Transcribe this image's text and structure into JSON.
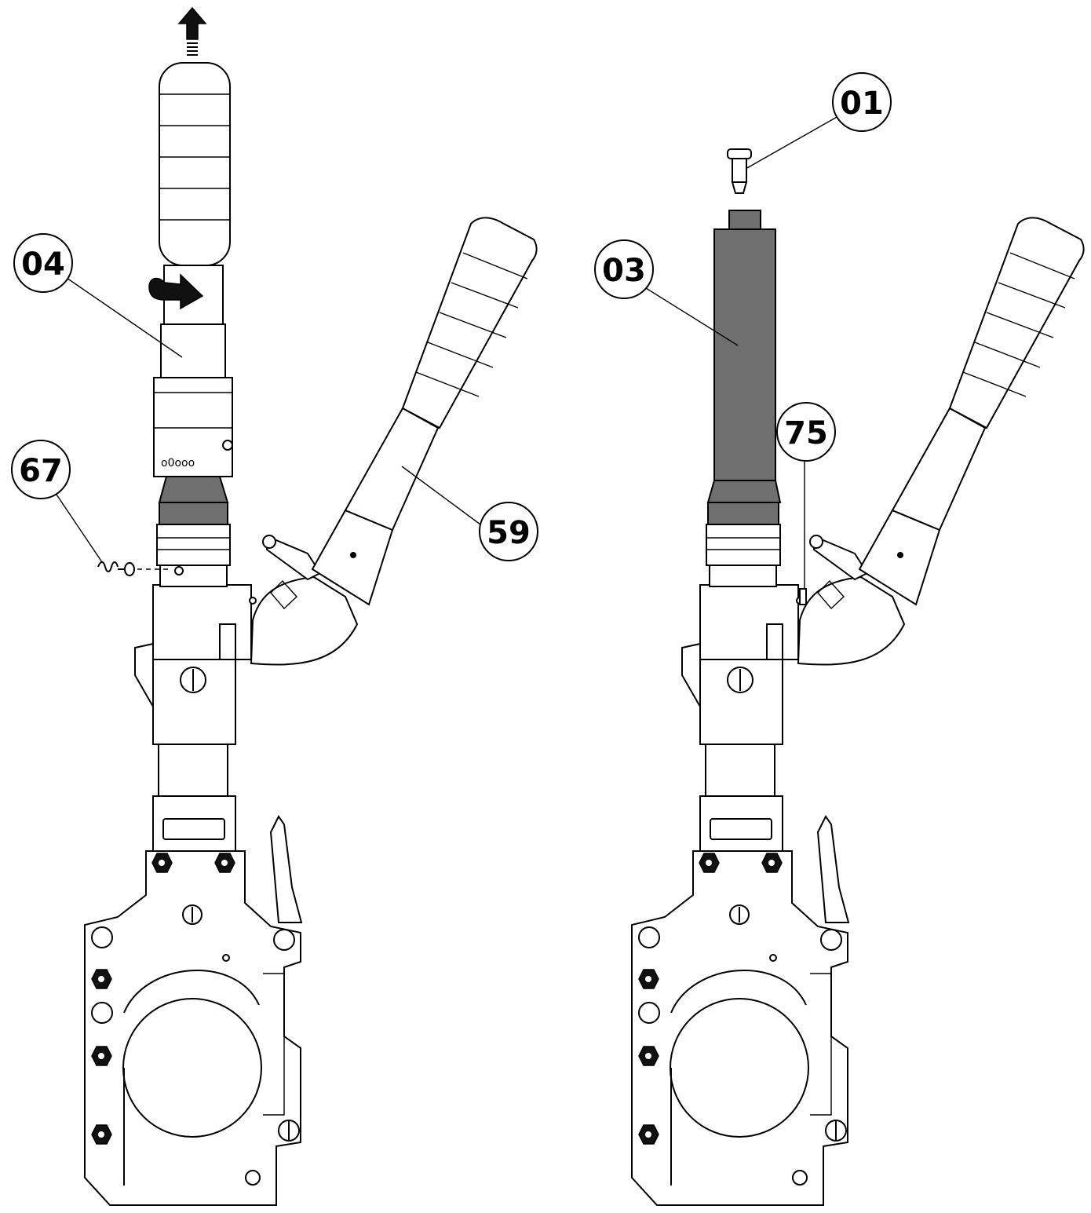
{
  "callouts": [
    {
      "id": "01",
      "label": "01"
    },
    {
      "id": "03",
      "label": "03"
    },
    {
      "id": "04",
      "label": "04"
    },
    {
      "id": "59",
      "label": "59"
    },
    {
      "id": "67",
      "label": "67"
    },
    {
      "id": "75",
      "label": "75"
    }
  ],
  "colors": {
    "line": "#000000",
    "background": "#ffffff",
    "tube_fill": "#6f6f6f",
    "arrow_fill": "#111111"
  },
  "icons": [
    "up-arrow-icon",
    "rotate-arrow-icon",
    "hex-nut-icon",
    "screw-head-icon",
    "spring-icon"
  ]
}
